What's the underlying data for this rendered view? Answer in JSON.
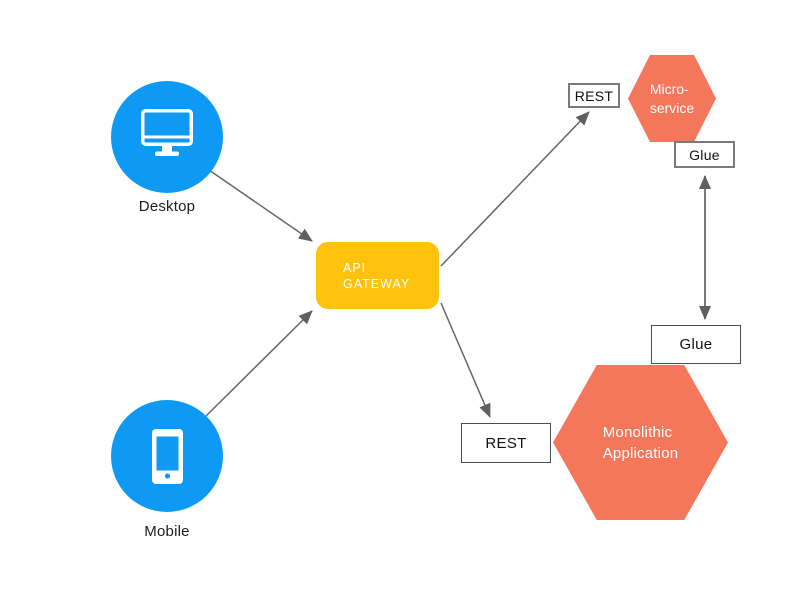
{
  "diagram": {
    "background": "#ffffff",
    "colors": {
      "device_blue": "#0E9AF4",
      "gateway_yellow": "#FFC20D",
      "service_orange": "#F5775B",
      "connector_gray": "#666666",
      "box_border_gray": "#7a7a7a",
      "label_dark": "#1d1d1d",
      "text_light": "#ffffff"
    },
    "nodes": {
      "desktop": {
        "label": "Desktop",
        "icon": "desktop-monitor-icon"
      },
      "mobile": {
        "label": "Mobile",
        "icon": "smartphone-icon"
      },
      "api_gateway": {
        "line1": "API",
        "line2": "GATEWAY"
      },
      "rest_top": {
        "label": "REST"
      },
      "rest_bottom": {
        "label": "REST"
      },
      "microservice": {
        "line1": "Micro-",
        "line2": "service"
      },
      "glue_top": {
        "label": "Glue"
      },
      "glue_bottom": {
        "label": "Glue"
      },
      "monolith": {
        "line1": "Monolithic",
        "line2": "Application"
      }
    },
    "connections": [
      {
        "from": "Desktop",
        "to": "API Gateway",
        "type": "arrow"
      },
      {
        "from": "Mobile",
        "to": "API Gateway",
        "type": "arrow"
      },
      {
        "from": "API Gateway",
        "to": "REST (Micro-service)",
        "type": "arrow"
      },
      {
        "from": "API Gateway",
        "to": "REST (Monolithic Application)",
        "type": "arrow"
      },
      {
        "from": "Glue (Micro-service)",
        "to": "Glue (Monolithic Application)",
        "type": "double-arrow"
      }
    ]
  }
}
